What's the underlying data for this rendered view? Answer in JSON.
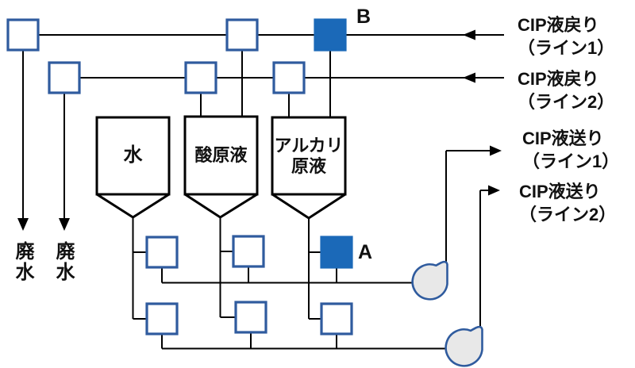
{
  "diagram": {
    "valve_labels": {
      "a": "A",
      "b": "B"
    },
    "waste_labels": [
      "廃水",
      "廃水"
    ],
    "tanks": [
      {
        "name": "water",
        "label_lines": [
          "水"
        ]
      },
      {
        "name": "acid",
        "label_lines": [
          "酸原液"
        ]
      },
      {
        "name": "alkali",
        "label_lines": [
          "アルカリ",
          "原液"
        ]
      }
    ],
    "cip_return_lines": [
      {
        "label_lines": [
          "CIP液戻り",
          "（ライン1）"
        ]
      },
      {
        "label_lines": [
          "CIP液戻り",
          "（ライン2）"
        ]
      }
    ],
    "cip_supply_lines": [
      {
        "label_lines": [
          "CIP液送り",
          "（ライン1）"
        ]
      },
      {
        "label_lines": [
          "CIP液送り",
          "（ライン2）"
        ]
      }
    ],
    "colors": {
      "valve_stroke": "#2f5b9e",
      "valve_active_fill": "#1b69b8",
      "pump_fill": "#e8e8e8",
      "line": "#000000"
    }
  }
}
